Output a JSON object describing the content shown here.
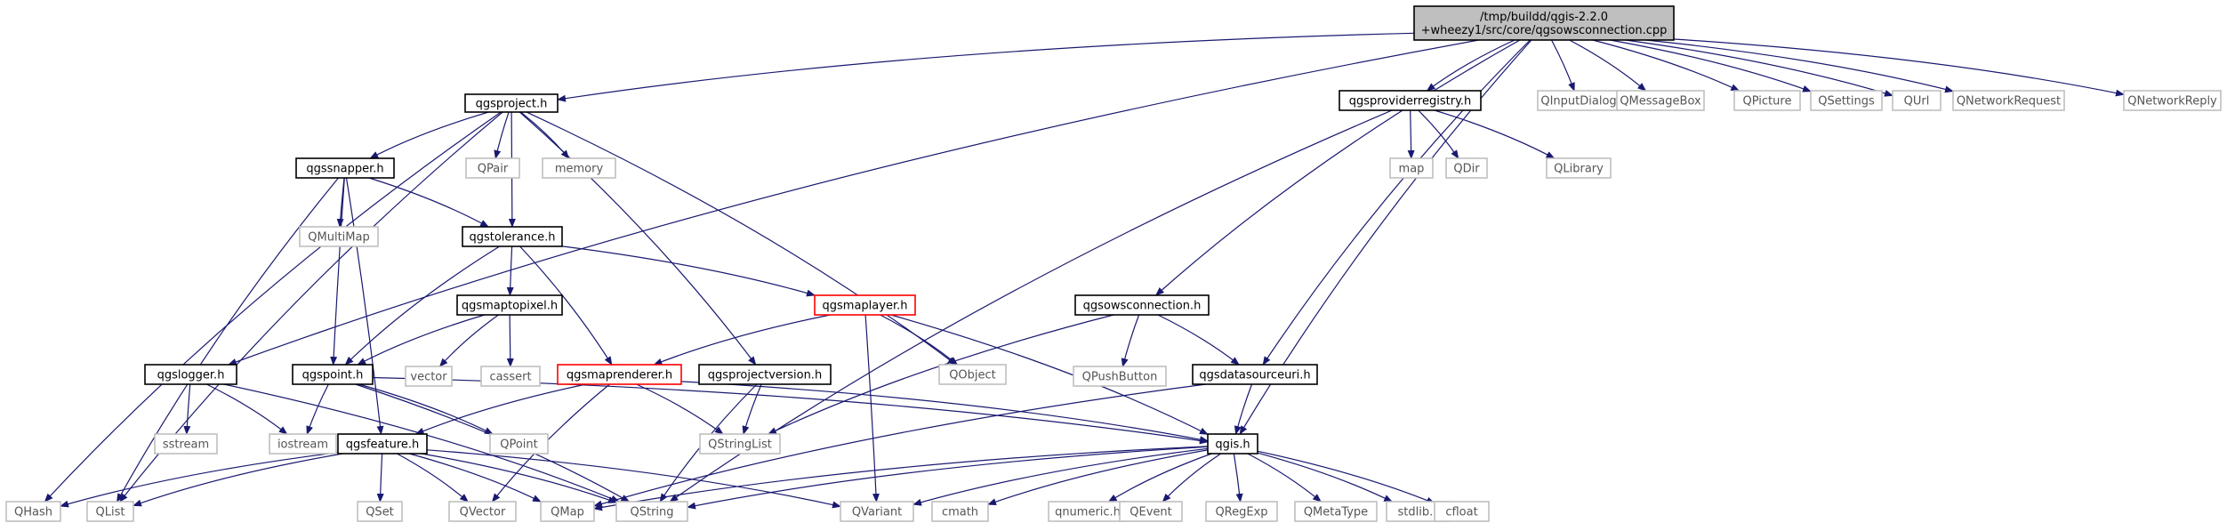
{
  "graph": {
    "nodes": [
      {
        "id": "root",
        "lines": [
          "/tmp/buildd/qgis-2.2.0",
          "+wheezy1/src/core/qgsowsconnection.cpp"
        ],
        "kind": "root"
      },
      {
        "id": "qgsproject",
        "lines": [
          "qgsproject.h"
        ],
        "kind": "header"
      },
      {
        "id": "qgsproviderregistry",
        "lines": [
          "qgsproviderregistry.h"
        ],
        "kind": "header"
      },
      {
        "id": "QInputDialog",
        "lines": [
          "QInputDialog"
        ],
        "kind": "system"
      },
      {
        "id": "QMessageBox",
        "lines": [
          "QMessageBox"
        ],
        "kind": "system"
      },
      {
        "id": "QPicture",
        "lines": [
          "QPicture"
        ],
        "kind": "system"
      },
      {
        "id": "QSettings",
        "lines": [
          "QSettings"
        ],
        "kind": "system"
      },
      {
        "id": "QUrl",
        "lines": [
          "QUrl"
        ],
        "kind": "system"
      },
      {
        "id": "QNetworkRequest",
        "lines": [
          "QNetworkRequest"
        ],
        "kind": "system"
      },
      {
        "id": "QNetworkReply",
        "lines": [
          "QNetworkReply"
        ],
        "kind": "system"
      },
      {
        "id": "qgssnapper",
        "lines": [
          "qgssnapper.h"
        ],
        "kind": "header"
      },
      {
        "id": "QPair",
        "lines": [
          "QPair"
        ],
        "kind": "system"
      },
      {
        "id": "memory",
        "lines": [
          "memory"
        ],
        "kind": "system"
      },
      {
        "id": "map",
        "lines": [
          "map"
        ],
        "kind": "system"
      },
      {
        "id": "QDir",
        "lines": [
          "QDir"
        ],
        "kind": "system"
      },
      {
        "id": "QLibrary",
        "lines": [
          "QLibrary"
        ],
        "kind": "system"
      },
      {
        "id": "QMultiMap",
        "lines": [
          "QMultiMap"
        ],
        "kind": "system"
      },
      {
        "id": "qgstolerance",
        "lines": [
          "qgstolerance.h"
        ],
        "kind": "header"
      },
      {
        "id": "qgsmaptopixel",
        "lines": [
          "qgsmaptopixel.h"
        ],
        "kind": "header"
      },
      {
        "id": "qgsmaplayer",
        "lines": [
          "qgsmaplayer.h"
        ],
        "kind": "truncated"
      },
      {
        "id": "qgsowsconnectionh",
        "lines": [
          "qgsowsconnection.h"
        ],
        "kind": "header"
      },
      {
        "id": "qgslogger",
        "lines": [
          "qgslogger.h"
        ],
        "kind": "header"
      },
      {
        "id": "qgspoint",
        "lines": [
          "qgspoint.h"
        ],
        "kind": "header"
      },
      {
        "id": "vector",
        "lines": [
          "vector"
        ],
        "kind": "system"
      },
      {
        "id": "cassert",
        "lines": [
          "cassert"
        ],
        "kind": "system"
      },
      {
        "id": "qgsmaprenderer",
        "lines": [
          "qgsmaprenderer.h"
        ],
        "kind": "truncated"
      },
      {
        "id": "qgsprojectversion",
        "lines": [
          "qgsprojectversion.h"
        ],
        "kind": "header"
      },
      {
        "id": "QObject",
        "lines": [
          "QObject"
        ],
        "kind": "system"
      },
      {
        "id": "QPushButton",
        "lines": [
          "QPushButton"
        ],
        "kind": "system"
      },
      {
        "id": "qgsdatasourceuri",
        "lines": [
          "qgsdatasourceuri.h"
        ],
        "kind": "header"
      },
      {
        "id": "sstream",
        "lines": [
          "sstream"
        ],
        "kind": "system"
      },
      {
        "id": "iostream",
        "lines": [
          "iostream"
        ],
        "kind": "system"
      },
      {
        "id": "qgsfeature",
        "lines": [
          "qgsfeature.h"
        ],
        "kind": "header"
      },
      {
        "id": "QPoint",
        "lines": [
          "QPoint"
        ],
        "kind": "system"
      },
      {
        "id": "QStringList",
        "lines": [
          "QStringList"
        ],
        "kind": "system"
      },
      {
        "id": "qgis",
        "lines": [
          "qgis.h"
        ],
        "kind": "header"
      },
      {
        "id": "QHash",
        "lines": [
          "QHash"
        ],
        "kind": "system"
      },
      {
        "id": "QList",
        "lines": [
          "QList"
        ],
        "kind": "system"
      },
      {
        "id": "QSet",
        "lines": [
          "QSet"
        ],
        "kind": "system"
      },
      {
        "id": "QVector",
        "lines": [
          "QVector"
        ],
        "kind": "system"
      },
      {
        "id": "QMap",
        "lines": [
          "QMap"
        ],
        "kind": "system"
      },
      {
        "id": "QString",
        "lines": [
          "QString"
        ],
        "kind": "system"
      },
      {
        "id": "QVariant",
        "lines": [
          "QVariant"
        ],
        "kind": "system"
      },
      {
        "id": "cmath",
        "lines": [
          "cmath"
        ],
        "kind": "system"
      },
      {
        "id": "qnumeric",
        "lines": [
          "qnumeric.h"
        ],
        "kind": "system"
      },
      {
        "id": "QEvent",
        "lines": [
          "QEvent"
        ],
        "kind": "system"
      },
      {
        "id": "QRegExp",
        "lines": [
          "QRegExp"
        ],
        "kind": "system"
      },
      {
        "id": "QMetaType",
        "lines": [
          "QMetaType"
        ],
        "kind": "system"
      },
      {
        "id": "stdlib",
        "lines": [
          "stdlib.h"
        ],
        "kind": "system"
      },
      {
        "id": "cfloat",
        "lines": [
          "cfloat"
        ],
        "kind": "system"
      }
    ],
    "edges": [
      [
        "root",
        "qgsproject"
      ],
      [
        "root",
        "qgsproviderregistry"
      ],
      [
        "root",
        "QInputDialog"
      ],
      [
        "root",
        "QMessageBox"
      ],
      [
        "root",
        "QPicture"
      ],
      [
        "root",
        "QSettings"
      ],
      [
        "root",
        "QUrl"
      ],
      [
        "root",
        "QNetworkRequest"
      ],
      [
        "root",
        "QNetworkReply"
      ],
      [
        "root",
        "qgslogger"
      ],
      [
        "root",
        "qgsowsconnectionh"
      ],
      [
        "root",
        "qgsdatasourceuri"
      ],
      [
        "root",
        "qgis"
      ],
      [
        "qgsproject",
        "qgssnapper"
      ],
      [
        "qgsproject",
        "QPair"
      ],
      [
        "qgsproject",
        "memory"
      ],
      [
        "qgsproject",
        "qgstolerance"
      ],
      [
        "qgsproject",
        "qgsprojectversion"
      ],
      [
        "qgsproject",
        "QObject"
      ],
      [
        "qgsproject",
        "QHash"
      ],
      [
        "qgsproject",
        "QList"
      ],
      [
        "qgsproviderregistry",
        "map"
      ],
      [
        "qgsproviderregistry",
        "QDir"
      ],
      [
        "qgsproviderregistry",
        "QLibrary"
      ],
      [
        "qgsproviderregistry",
        "QString"
      ],
      [
        "qgssnapper",
        "QMultiMap"
      ],
      [
        "qgssnapper",
        "qgstolerance"
      ],
      [
        "qgssnapper",
        "qgspoint"
      ],
      [
        "qgssnapper",
        "qgsfeature"
      ],
      [
        "qgssnapper",
        "QList"
      ],
      [
        "qgstolerance",
        "qgsmaptopixel"
      ],
      [
        "qgstolerance",
        "qgsmaplayer"
      ],
      [
        "qgstolerance",
        "qgspoint"
      ],
      [
        "qgstolerance",
        "qgsmaprenderer"
      ],
      [
        "qgsmaptopixel",
        "qgspoint"
      ],
      [
        "qgsmaptopixel",
        "vector"
      ],
      [
        "qgsmaptopixel",
        "cassert"
      ],
      [
        "qgsmaplayer",
        "qgsmaprenderer"
      ],
      [
        "qgsmaplayer",
        "QObject"
      ],
      [
        "qgsmaplayer",
        "qgis"
      ],
      [
        "qgsmaplayer",
        "QVariant"
      ],
      [
        "qgsowsconnectionh",
        "QPushButton"
      ],
      [
        "qgsowsconnectionh",
        "qgsdatasourceuri"
      ],
      [
        "qgsowsconnectionh",
        "QStringList"
      ],
      [
        "qgslogger",
        "sstream"
      ],
      [
        "qgslogger",
        "iostream"
      ],
      [
        "qgslogger",
        "QString"
      ],
      [
        "qgspoint",
        "iostream"
      ],
      [
        "qgspoint",
        "QPoint"
      ],
      [
        "qgspoint",
        "QString"
      ],
      [
        "qgspoint",
        "qgis"
      ],
      [
        "qgsmaprenderer",
        "qgsfeature"
      ],
      [
        "qgsmaprenderer",
        "QStringList"
      ],
      [
        "qgsmaprenderer",
        "QVector"
      ],
      [
        "qgsmaprenderer",
        "qgis"
      ],
      [
        "qgsprojectversion",
        "QStringList"
      ],
      [
        "qgsprojectversion",
        "QString"
      ],
      [
        "qgsdatasourceuri",
        "qgis"
      ],
      [
        "qgsdatasourceuri",
        "QMap"
      ],
      [
        "qgsfeature",
        "QHash"
      ],
      [
        "qgsfeature",
        "QList"
      ],
      [
        "qgsfeature",
        "QSet"
      ],
      [
        "qgsfeature",
        "QVector"
      ],
      [
        "qgsfeature",
        "QMap"
      ],
      [
        "qgsfeature",
        "QString"
      ],
      [
        "qgsfeature",
        "QVariant"
      ],
      [
        "qgis",
        "QString"
      ],
      [
        "qgis",
        "QMap"
      ],
      [
        "qgis",
        "QVariant"
      ],
      [
        "qgis",
        "cmath"
      ],
      [
        "qgis",
        "qnumeric"
      ],
      [
        "qgis",
        "QEvent"
      ],
      [
        "qgis",
        "QRegExp"
      ],
      [
        "qgis",
        "QMetaType"
      ],
      [
        "qgis",
        "stdlib"
      ],
      [
        "qgis",
        "cfloat"
      ]
    ]
  }
}
